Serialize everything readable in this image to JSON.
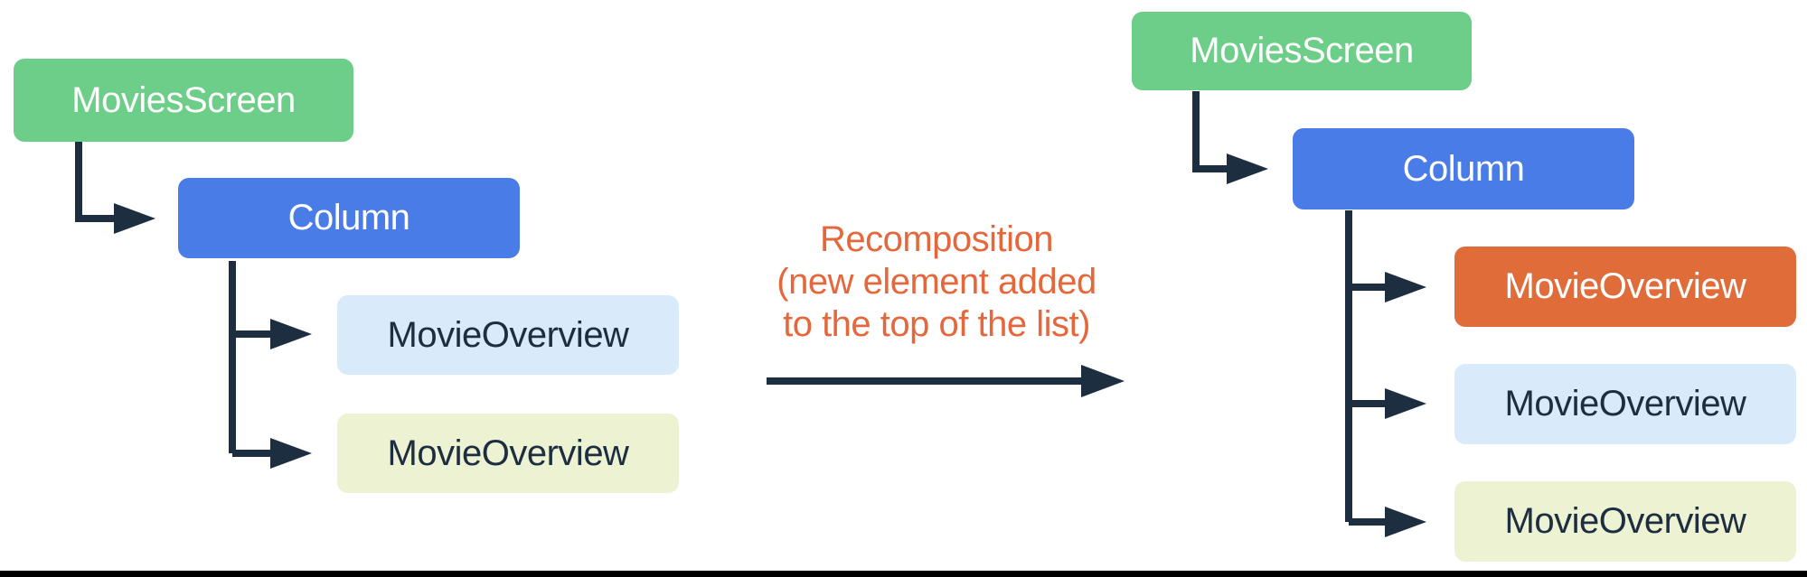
{
  "palette": {
    "background": "#ffffff",
    "green": "#6cce88",
    "blue": "#4a7ce8",
    "orange": "#e06c3a",
    "light-blue": "#d9eafa",
    "light-yellow": "#edf2d3",
    "ink": "#1c2e3f",
    "accent-text": "#e4683c",
    "divider": "#000000"
  },
  "trees": {
    "left": {
      "name": "before-recomposition",
      "nodes": [
        {
          "label": "MoviesScreen",
          "color": "green"
        },
        {
          "label": "Column",
          "color": "blue"
        },
        {
          "label": "MovieOverview",
          "color": "light-blue"
        },
        {
          "label": "MovieOverview",
          "color": "light-yellow"
        }
      ]
    },
    "right": {
      "name": "after-recomposition",
      "nodes": [
        {
          "label": "MoviesScreen",
          "color": "green"
        },
        {
          "label": "Column",
          "color": "blue"
        },
        {
          "label": "MovieOverview",
          "color": "orange"
        },
        {
          "label": "MovieOverview",
          "color": "light-blue"
        },
        {
          "label": "MovieOverview",
          "color": "light-yellow"
        }
      ]
    }
  },
  "transition": {
    "caption_lines": [
      "Recomposition",
      "(new element added",
      "to the top of the list)"
    ]
  }
}
